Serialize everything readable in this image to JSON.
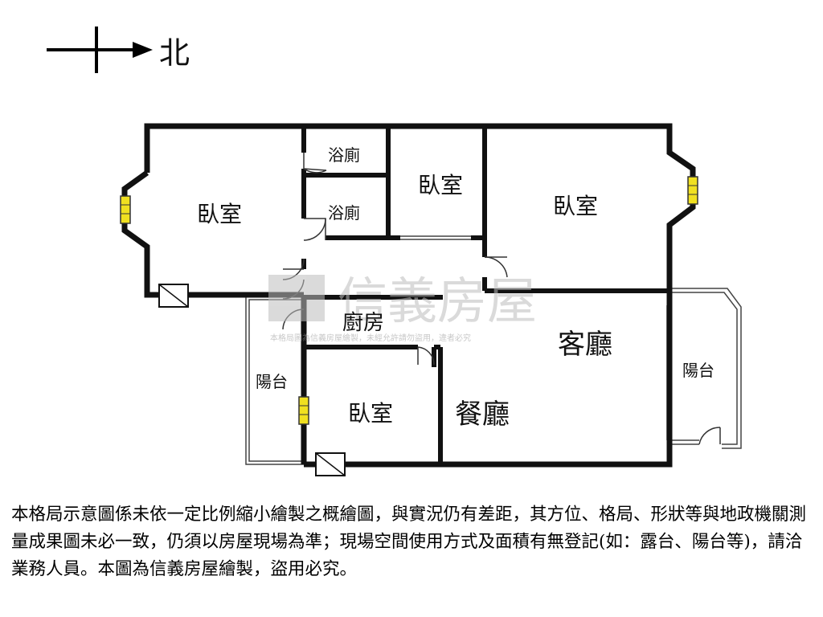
{
  "compass": {
    "direction_label": "北"
  },
  "rooms": {
    "bedroom_west": "臥室",
    "bath_upper": "浴廁",
    "bath_lower": "浴廁",
    "bedroom_center": "臥室",
    "bedroom_east": "臥室",
    "kitchen": "廚房",
    "living_room": "客廳",
    "balcony_south": "陽台",
    "balcony_north": "陽台",
    "bedroom_south": "臥室",
    "dining_room": "餐廳"
  },
  "watermark": {
    "brand": "信義房屋",
    "notice": "本格局圖為信義房屋繪製，未經允許請勿盜用，違者必究"
  },
  "disclaimer": "本格局示意圖係未依一定比例縮小繪製之概繪圖，與實況仍有差距，其方位、格局、形狀等與地政機關測量成果圖未必一致，仍須以房屋現場為準；現場空間使用方式及面積有無登記(如：露台、陽台等)，請洽業務人員。本圖為信義房屋繪製，盜用必究。",
  "colors": {
    "wall": "#111111",
    "window_fill": "#f0e020",
    "watermark": "#bdbdbd"
  }
}
